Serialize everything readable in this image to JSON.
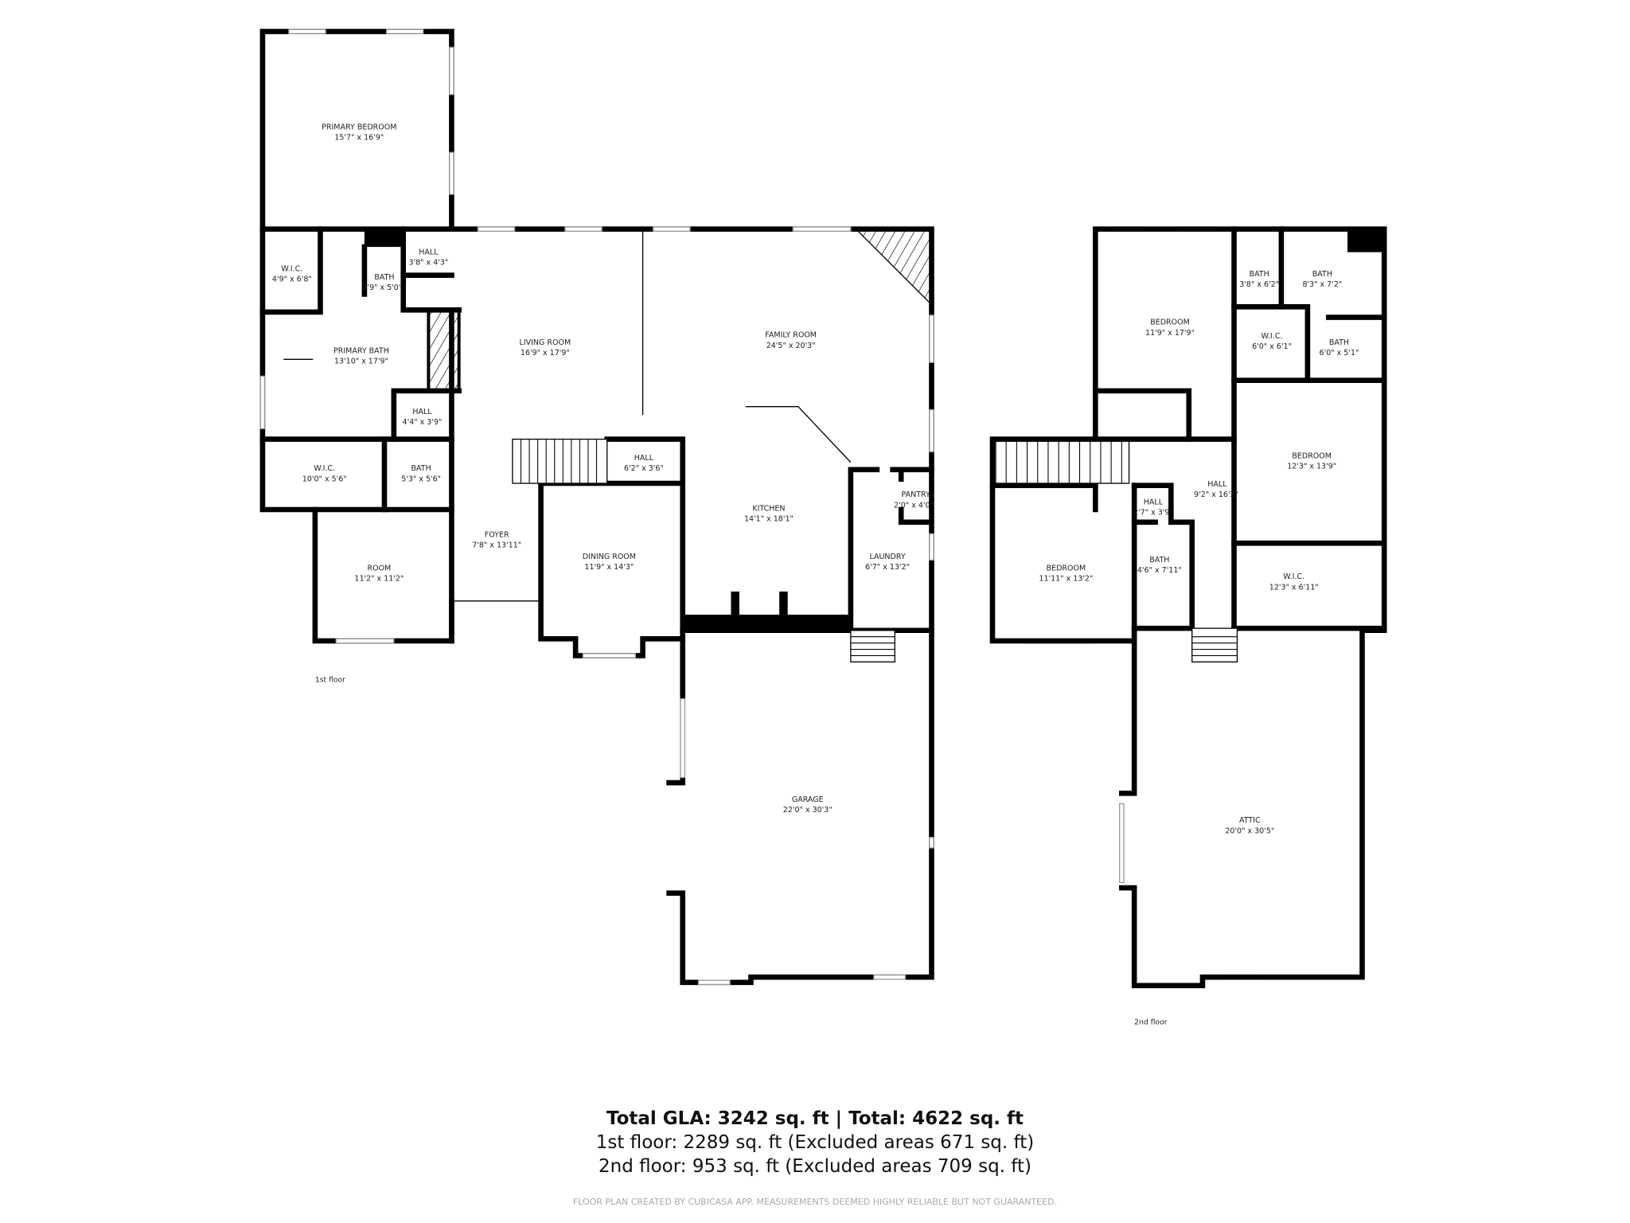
{
  "floors": {
    "first": {
      "label": "1st floor",
      "rooms": [
        {
          "name": "PRIMARY BEDROOM",
          "dims": "15'7\" x 16'9\""
        },
        {
          "name": "W.I.C.",
          "dims": "4'9\" x 6'8\""
        },
        {
          "name": "BATH",
          "dims": "2'9\" x 5'0\""
        },
        {
          "name": "HALL",
          "dims": "3'8\" x 4'3\""
        },
        {
          "name": "PRIMARY BATH",
          "dims": "13'10\" x 17'9\""
        },
        {
          "name": "HALL",
          "dims": "4'4\" x 3'9\""
        },
        {
          "name": "W.I.C.",
          "dims": "10'0\" x 5'6\""
        },
        {
          "name": "BATH",
          "dims": "5'3\" x 5'6\""
        },
        {
          "name": "ROOM",
          "dims": "11'2\" x 11'2\""
        },
        {
          "name": "LIVING ROOM",
          "dims": "16'9\" x 17'9\""
        },
        {
          "name": "FAMILY ROOM",
          "dims": "24'5\" x 20'3\""
        },
        {
          "name": "HALL",
          "dims": "6'2\" x 3'6\""
        },
        {
          "name": "FOYER",
          "dims": "7'8\" x 13'11\""
        },
        {
          "name": "DINING ROOM",
          "dims": "11'9\" x 14'3\""
        },
        {
          "name": "KITCHEN",
          "dims": "14'1\" x 18'1\""
        },
        {
          "name": "PANTRY",
          "dims": "2'0\" x 4'0\""
        },
        {
          "name": "LAUNDRY",
          "dims": "6'7\" x 13'2\""
        },
        {
          "name": "GARAGE",
          "dims": "22'0\" x 30'3\""
        }
      ]
    },
    "second": {
      "label": "2nd floor",
      "rooms": [
        {
          "name": "BEDROOM",
          "dims": "11'9\" x 17'9\""
        },
        {
          "name": "BATH",
          "dims": "3'8\" x 6'2\""
        },
        {
          "name": "BATH",
          "dims": "8'3\" x 7'2\""
        },
        {
          "name": "W.I.C.",
          "dims": "6'0\" x 6'1\""
        },
        {
          "name": "BATH",
          "dims": "6'0\" x 5'1\""
        },
        {
          "name": "BEDROOM",
          "dims": "12'3\" x 13'9\""
        },
        {
          "name": "HALL",
          "dims": "9'2\" x 16'2\""
        },
        {
          "name": "HALL",
          "dims": "2'7\" x 3'9\""
        },
        {
          "name": "BEDROOM",
          "dims": "11'11\" x 13'2\""
        },
        {
          "name": "BATH",
          "dims": "4'6\" x 7'11\""
        },
        {
          "name": "W.I.C.",
          "dims": "12'3\" x 6'11\""
        },
        {
          "name": "ATTIC",
          "dims": "20'0\" x 30'5\""
        }
      ]
    }
  },
  "summary": {
    "total": "Total GLA: 3242 sq. ft | Total: 4622 sq. ft",
    "first_floor": "1st floor: 2289 sq. ft (Excluded areas 671 sq. ft)",
    "second_floor": "2nd floor: 953 sq. ft (Excluded areas 709 sq. ft)"
  },
  "disclaimer": "FLOOR PLAN CREATED BY CUBICASA APP. MEASUREMENTS DEEMED HIGHLY RELIABLE BUT NOT GUARANTEED.",
  "colors": {
    "wall": "#000000",
    "text": "#222222",
    "disclaimer": "#aaaaaa"
  }
}
